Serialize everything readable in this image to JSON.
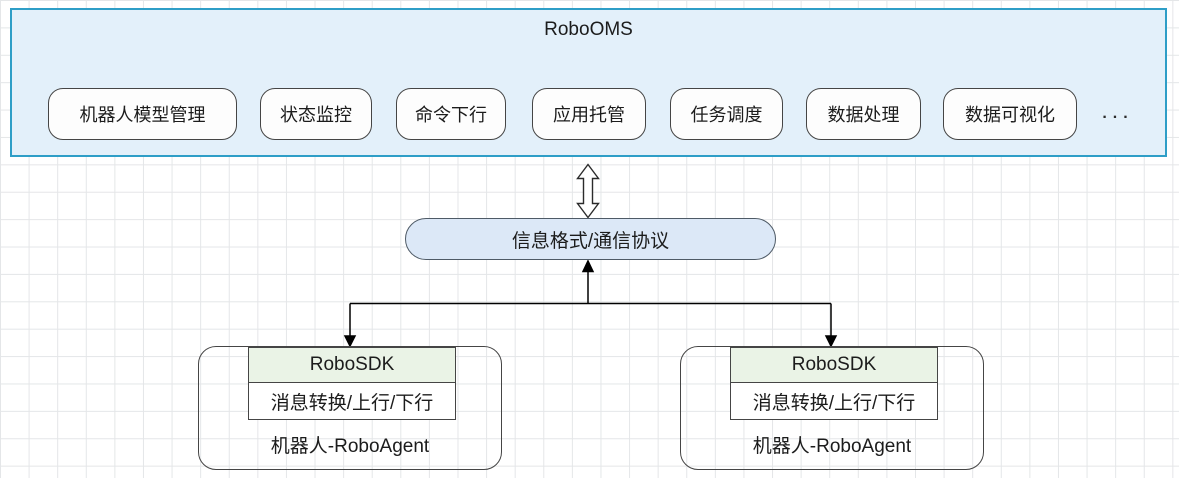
{
  "oms": {
    "title": "RoboOMS",
    "features": [
      "机器人模型管理",
      "状态监控",
      "命令下行",
      "应用托管",
      "任务调度",
      "数据处理",
      "数据可视化"
    ],
    "more_label": "..."
  },
  "protocol": {
    "label": "信息格式/通信协议"
  },
  "agents": [
    {
      "sdk_title": "RoboSDK",
      "sdk_function": "消息转换/上行/下行",
      "label": "机器人-RoboAgent"
    },
    {
      "sdk_title": "RoboSDK",
      "sdk_function": "消息转换/上行/下行",
      "label": "机器人-RoboAgent"
    }
  ],
  "colors": {
    "container_fill": "#e3f0fa",
    "container_border": "#2e9ec7",
    "node_fill": "#fdfdfd",
    "node_border": "#454545",
    "protocol_fill": "#dce8f7",
    "protocol_border": "#4e5a66",
    "sdk_header_fill": "#eaf3e6",
    "text_color": "#1c1c1c",
    "grid_line": "#e4e6e8"
  }
}
